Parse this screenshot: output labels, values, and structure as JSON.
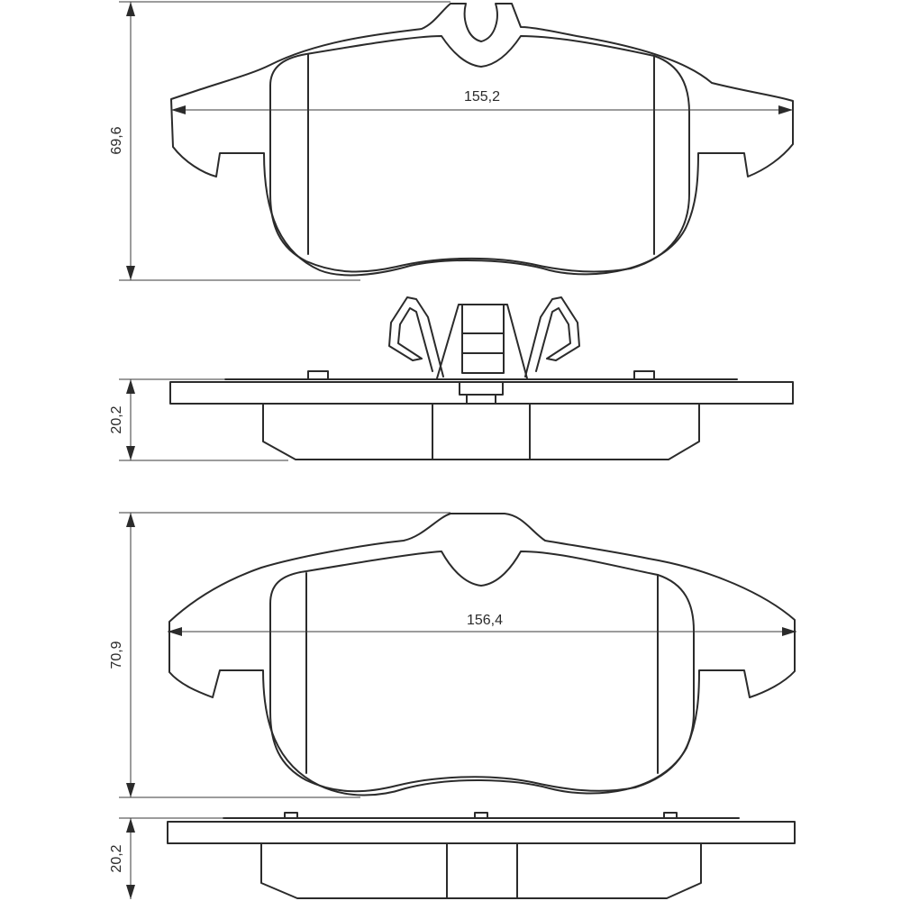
{
  "views": {
    "top_pad": {
      "width_label": "155,2",
      "height_label": "69,6"
    },
    "top_side": {
      "thickness_label": "20,2"
    },
    "bottom_pad": {
      "width_label": "156,4",
      "height_label": "70,9"
    },
    "bottom_side": {
      "thickness_label": "20,2"
    }
  },
  "colors": {
    "line": "#2b2b2b",
    "background": "#ffffff"
  }
}
